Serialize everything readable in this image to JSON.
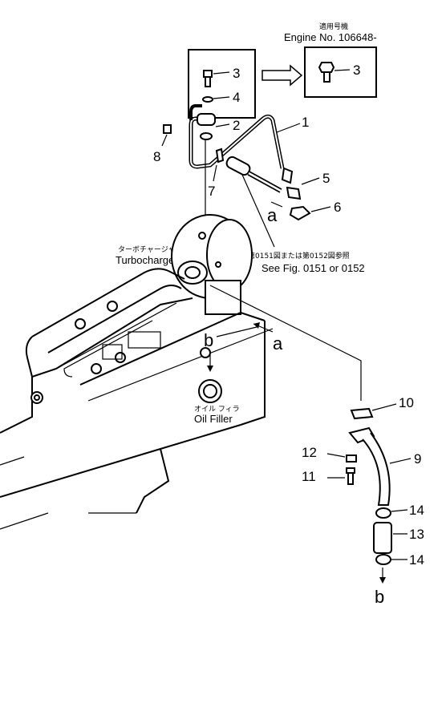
{
  "header": {
    "applicability_jp": "適用号機",
    "engine_no": "Engine No. 106648-"
  },
  "callouts": {
    "p1": "1",
    "p2": "2",
    "p3a": "3",
    "p3b": "3",
    "p4": "4",
    "p5": "5",
    "p6": "6",
    "p7": "7",
    "p8": "8",
    "p9": "9",
    "p10": "10",
    "p11": "11",
    "p12": "12",
    "p13": "13",
    "p14a": "14",
    "p14b": "14"
  },
  "refs": {
    "a1": "a",
    "a2": "a",
    "b1": "b",
    "b2": "b"
  },
  "labels": {
    "turbo_jp": "ターボチャージャ",
    "turbo_en": "Turbocharger",
    "see_fig_jp": "第0151図または第0152図参照",
    "see_fig_en": "See Fig. 0151 or 0152",
    "oil_filler_jp": "オイル フィラ",
    "oil_filler_en": "Oil Filler"
  }
}
